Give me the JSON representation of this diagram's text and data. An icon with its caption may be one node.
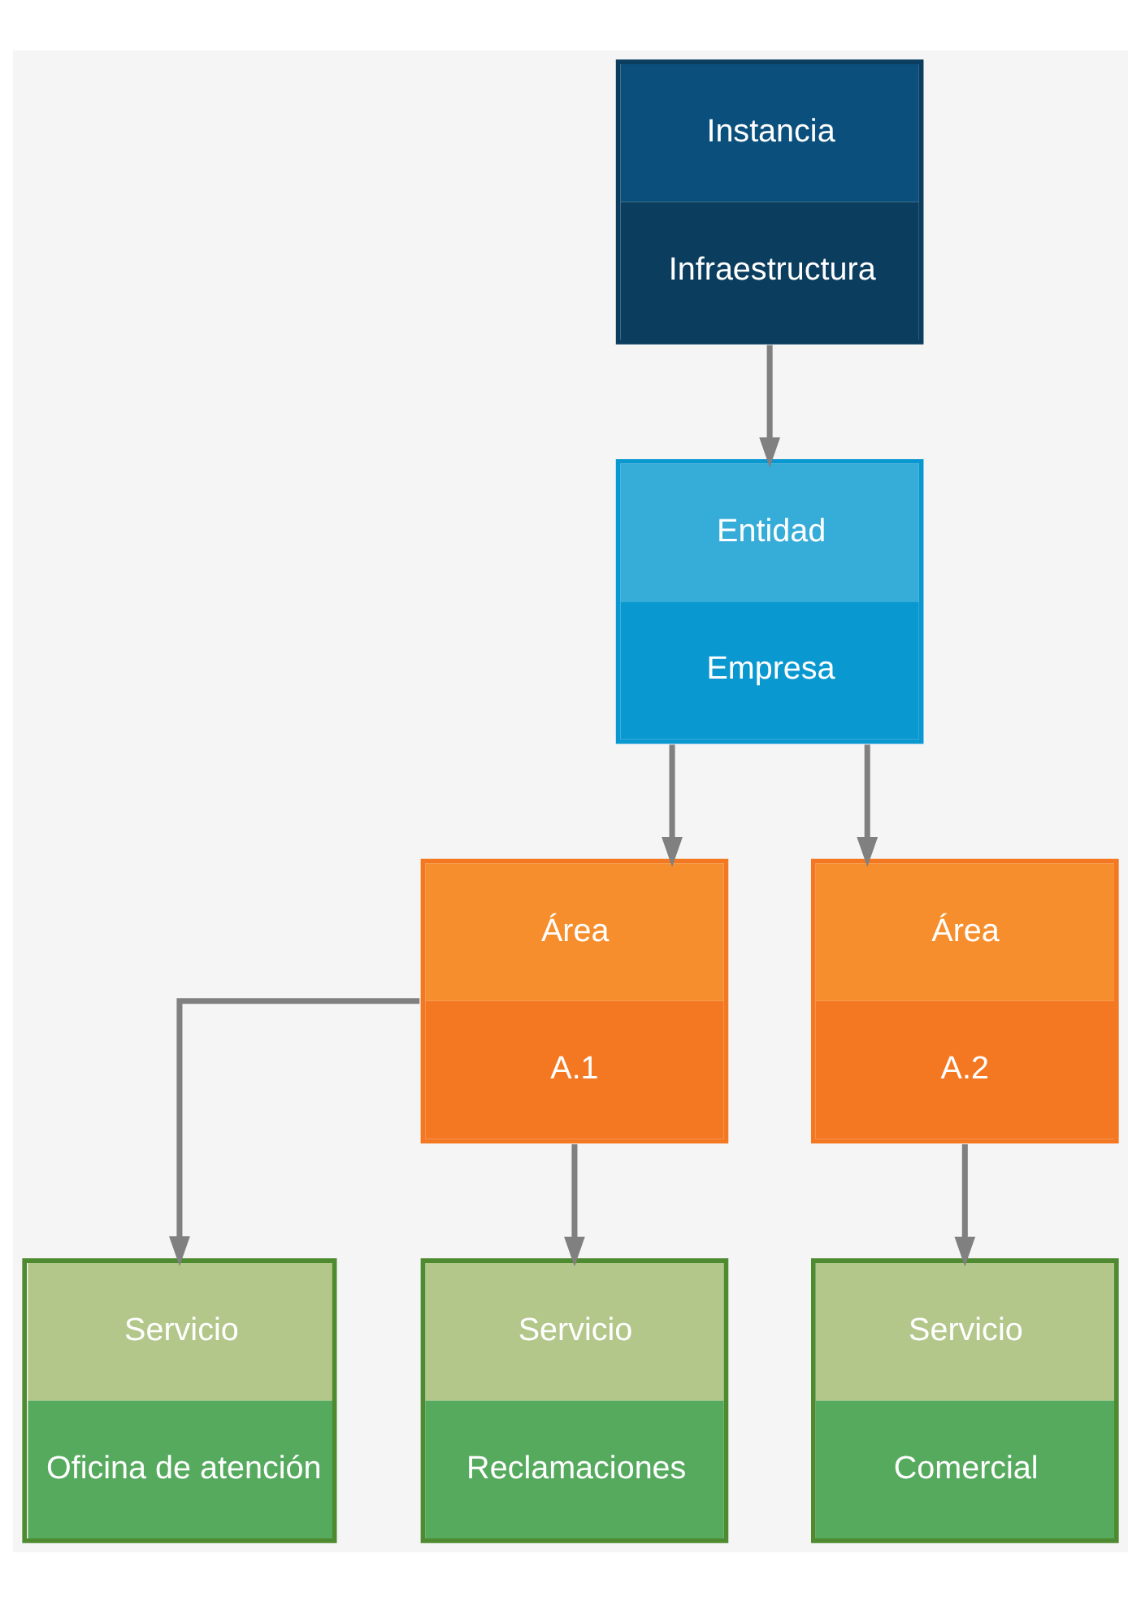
{
  "diagram": {
    "nodes": [
      {
        "text": [
          "Instancia",
          "Infraestructura"
        ]
      },
      {
        "text": [
          "Entidad",
          "Empresa"
        ]
      },
      {
        "text": [
          "Área",
          "A.1"
        ]
      },
      {
        "text": [
          "Área",
          "A.2"
        ]
      },
      {
        "text": [
          "Servicio",
          "Oficina de atención"
        ]
      },
      {
        "text": [
          "Servicio",
          "Reclamaciones"
        ]
      },
      {
        "text": [
          "Servicio",
          "Comercial"
        ]
      }
    ],
    "edges": [
      {
        "from": 0,
        "to": 1,
        "arrow": "to"
      },
      {
        "from": 1,
        "to": 2,
        "arrow": "to"
      },
      {
        "from": 1,
        "to": 3,
        "arrow": "to"
      },
      {
        "from": 2,
        "to": 4,
        "arrow": "to"
      },
      {
        "from": 2,
        "to": 5,
        "arrow": "to"
      },
      {
        "from": 3,
        "to": 6,
        "arrow": "to"
      }
    ]
  }
}
